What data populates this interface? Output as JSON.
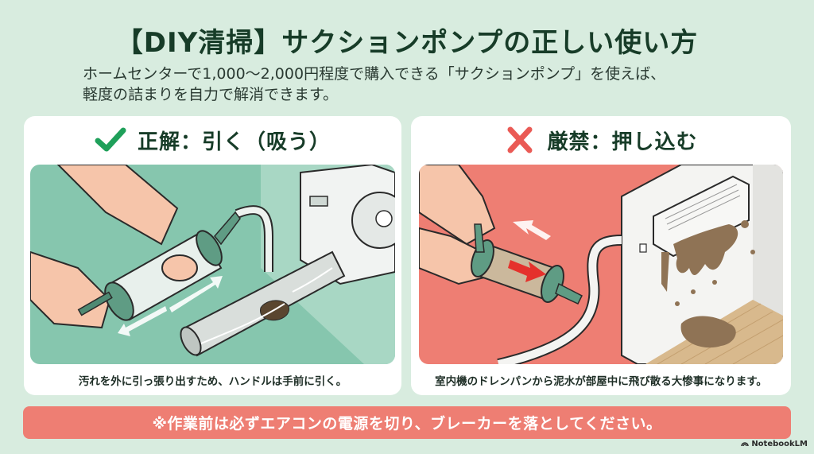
{
  "header": {
    "title": "【DIY清掃】サクションポンプの正しい使い方",
    "subtitle_line1": "ホームセンターで1,000〜2,000円程度で購入できる「サクションポンプ」を使えば、",
    "subtitle_line2": "軽度の詰まりを自力で解消できます。"
  },
  "cards": [
    {
      "icon": "check-icon",
      "icon_color": "#1fa05a",
      "heading": "正解：引く（吸う）",
      "illustration": "hands pulling suction pump handle, drain hose clog drawn out from outdoor AC unit",
      "panel_color": "#86c6ae",
      "caption": "汚れを外に引っ張り出すため、ハンドルは手前に引く。"
    },
    {
      "icon": "cross-icon",
      "icon_color": "#ea5a55",
      "heading": "厳禁：押し込む",
      "illustration": "hands pushing suction pump, muddy water bursting out of indoor AC unit onto floor",
      "panel_color": "#ee7e73",
      "caption": "室内機のドレンパンから泥水が部屋中に飛び散る大惨事になります。"
    }
  ],
  "warning_banner": {
    "text": "※作業前は必ずエアコンの電源を切り、ブレーカーを落としてください。",
    "color": "#ee7e73"
  },
  "brand": {
    "icon": "notebooklm-logo-icon",
    "label": "NotebookLM"
  },
  "colors": {
    "background": "#d8ecdf",
    "title": "#173c28",
    "card": "#ffffff"
  }
}
